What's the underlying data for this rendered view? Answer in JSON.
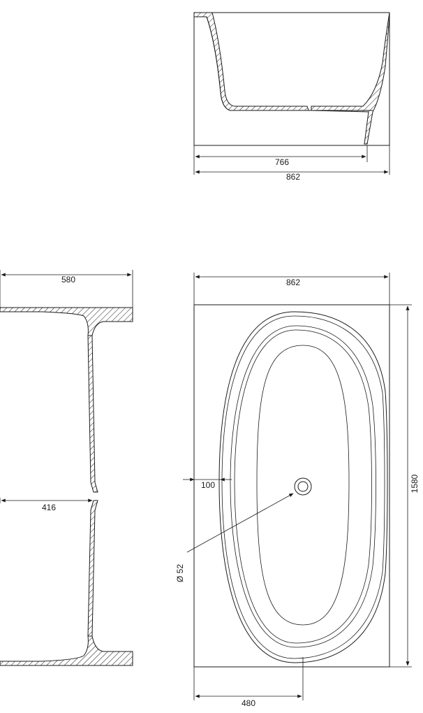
{
  "drawing": {
    "top_view": {
      "inner_width": "766",
      "outer_width": "862"
    },
    "side_view": {
      "top_width": "580",
      "middle_width": "416"
    },
    "plan_view": {
      "width": "862",
      "length": "1580",
      "rim_offset": "100",
      "drain_diameter": "Ø 52",
      "drain_offset": "480"
    }
  },
  "colors": {
    "line": "#1a1a1a",
    "hatch": "#1a1a1a",
    "background": "#ffffff"
  }
}
